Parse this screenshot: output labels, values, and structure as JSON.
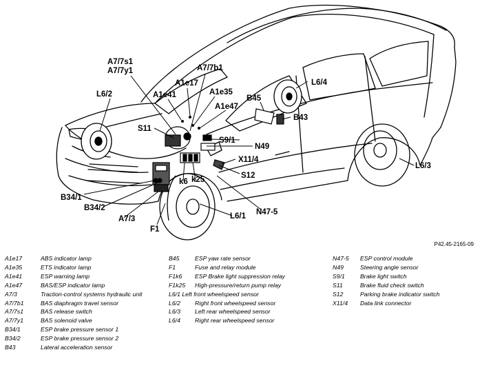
{
  "figure_id": "P42.45-2165-09",
  "callouts": [
    {
      "id": "c-a7-7s1",
      "text": "A7/7s1"
    },
    {
      "id": "c-a7-7y1",
      "text": "A7/7y1"
    },
    {
      "id": "c-a7-7b1",
      "text": "A7/7b1"
    },
    {
      "id": "c-l6-2",
      "text": "L6/2"
    },
    {
      "id": "c-a1e17",
      "text": "A1e17"
    },
    {
      "id": "c-a1e41",
      "text": "A1e41"
    },
    {
      "id": "c-a1e35",
      "text": "A1e35"
    },
    {
      "id": "c-b45",
      "text": "B45"
    },
    {
      "id": "c-l6-4",
      "text": "L6/4"
    },
    {
      "id": "c-a1e47",
      "text": "A1e47"
    },
    {
      "id": "c-b43",
      "text": "B43"
    },
    {
      "id": "c-s11",
      "text": "S11"
    },
    {
      "id": "c-s9-1",
      "text": "S9/1"
    },
    {
      "id": "c-n49",
      "text": "N49"
    },
    {
      "id": "c-x11-4",
      "text": "X11/4"
    },
    {
      "id": "c-s12",
      "text": "S12"
    },
    {
      "id": "c-l6-3",
      "text": "L6/3"
    },
    {
      "id": "c-k6",
      "text": "k6"
    },
    {
      "id": "c-k25",
      "text": "k25"
    },
    {
      "id": "c-b34-1",
      "text": "B34/1"
    },
    {
      "id": "c-b34-2",
      "text": "B34/2"
    },
    {
      "id": "c-a7-3",
      "text": "A7/3"
    },
    {
      "id": "c-n47-5",
      "text": "N47-5"
    },
    {
      "id": "c-l6-1",
      "text": "L6/1"
    },
    {
      "id": "c-f1",
      "text": "F1"
    }
  ],
  "legend": {
    "col1": [
      {
        "code": "A1e17",
        "desc": "ABS indicator lamp"
      },
      {
        "code": "A1e35",
        "desc": "ETS indicator lamp"
      },
      {
        "code": "A1e41",
        "desc": "ESP warning lamp"
      },
      {
        "code": "A1e47",
        "desc": "BAS/ESP indicator lamp"
      },
      {
        "code": "A7/3",
        "desc": "Traction-control systems hydraulic unit"
      },
      {
        "code": "A7/7b1",
        "desc": "BAS diaphragm travel sensor"
      },
      {
        "code": "A7/7s1",
        "desc": "BAS release switch"
      },
      {
        "code": "A7/7y1",
        "desc": "BAS solenoid valve"
      },
      {
        "code": "B34/1",
        "desc": "ESP brake pressure sensor 1"
      },
      {
        "code": "B34/2",
        "desc": "ESP brake pressure sensor 2"
      },
      {
        "code": "B43",
        "desc": "Lateral acceleration sensor"
      }
    ],
    "col2": [
      {
        "code": "B45",
        "desc": "ESP yaw rate sensor"
      },
      {
        "code": "F1",
        "desc": "Fuse and relay module"
      },
      {
        "code": "F1k6",
        "desc": "ESP Brake light suppression relay"
      },
      {
        "code": "F1k25",
        "desc": "High-pressure/return pump relay"
      },
      {
        "code": "",
        "desc": "L6/1 Left front wheelspeed sensor"
      },
      {
        "code": "L6/2",
        "desc": "Right front wheelspeed sensor"
      },
      {
        "code": "L6/3",
        "desc": "Left rear wheelspeed sensor"
      },
      {
        "code": "L6/4",
        "desc": "Right rear wheelspeed sensor"
      }
    ],
    "col3": [
      {
        "code": "N47-5",
        "desc": "ESP control module"
      },
      {
        "code": "N49",
        "desc": "Steering angle sensor"
      },
      {
        "code": "S9/1",
        "desc": "Brake light switch"
      },
      {
        "code": "S11",
        "desc": "Brake fluid check switch"
      },
      {
        "code": "S12",
        "desc": "Parking brake indicator switch"
      },
      {
        "code": "X11/4",
        "desc": "Data link connector"
      }
    ]
  }
}
